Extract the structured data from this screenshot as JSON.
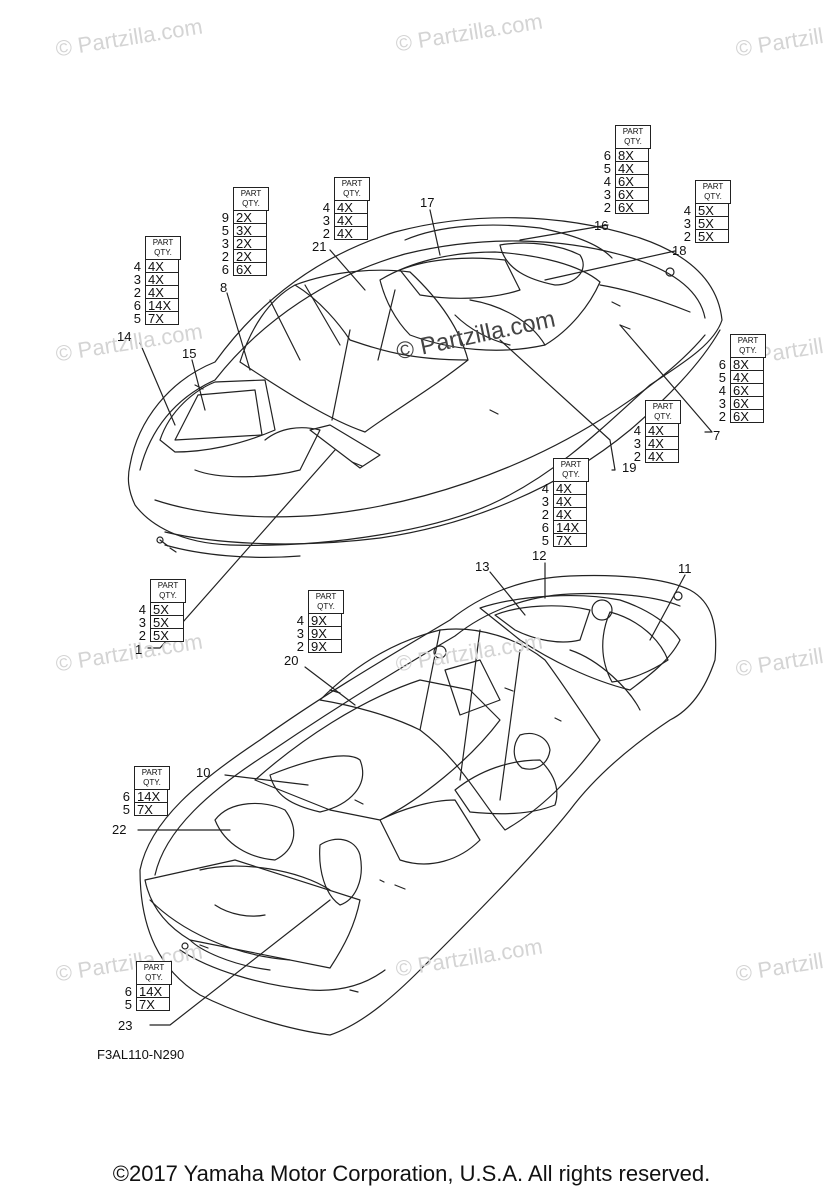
{
  "watermarks": [
    "© Partzilla.com",
    "© Partzilla.com",
    "© Partzilla.com",
    "© Partzilla.com",
    "© Partzilla.com",
    "© Partzilla.com",
    "© Partzilla.com",
    "© Partzilla.com",
    "© Partzilla.com",
    "© Partzilla.com",
    "© Partzilla.com"
  ],
  "center_watermark": "© Partzilla.com",
  "qty_header": [
    "PART",
    "QTY."
  ],
  "qty_tables": [
    {
      "id": "t14",
      "rows": [
        [
          "4",
          "4X"
        ],
        [
          "3",
          "4X"
        ],
        [
          "2",
          "4X"
        ],
        [
          "6",
          "14X"
        ],
        [
          "5",
          "7X"
        ]
      ]
    },
    {
      "id": "t8",
      "rows": [
        [
          "9",
          "2X"
        ],
        [
          "5",
          "3X"
        ],
        [
          "3",
          "2X"
        ],
        [
          "2",
          "2X"
        ],
        [
          "6",
          "6X"
        ]
      ]
    },
    {
      "id": "t21",
      "rows": [
        [
          "4",
          "4X"
        ],
        [
          "3",
          "4X"
        ],
        [
          "2",
          "4X"
        ]
      ]
    },
    {
      "id": "t16",
      "rows": [
        [
          "6",
          "8X"
        ],
        [
          "5",
          "4X"
        ],
        [
          "4",
          "6X"
        ],
        [
          "3",
          "6X"
        ],
        [
          "2",
          "6X"
        ]
      ]
    },
    {
      "id": "t18",
      "rows": [
        [
          "4",
          "5X"
        ],
        [
          "3",
          "5X"
        ],
        [
          "2",
          "5X"
        ]
      ]
    },
    {
      "id": "t7",
      "rows": [
        [
          "6",
          "8X"
        ],
        [
          "5",
          "4X"
        ],
        [
          "4",
          "6X"
        ],
        [
          "3",
          "6X"
        ],
        [
          "2",
          "6X"
        ]
      ]
    },
    {
      "id": "t19",
      "rows": [
        [
          "4",
          "4X"
        ],
        [
          "3",
          "4X"
        ],
        [
          "2",
          "4X"
        ]
      ]
    },
    {
      "id": "t12",
      "rows": [
        [
          "4",
          "4X"
        ],
        [
          "3",
          "4X"
        ],
        [
          "2",
          "4X"
        ],
        [
          "6",
          "14X"
        ],
        [
          "5",
          "7X"
        ]
      ]
    },
    {
      "id": "t1",
      "rows": [
        [
          "4",
          "5X"
        ],
        [
          "3",
          "5X"
        ],
        [
          "2",
          "5X"
        ]
      ]
    },
    {
      "id": "t20",
      "rows": [
        [
          "4",
          "9X"
        ],
        [
          "3",
          "9X"
        ],
        [
          "2",
          "9X"
        ]
      ]
    },
    {
      "id": "t22",
      "rows": [
        [
          "6",
          "14X"
        ],
        [
          "5",
          "7X"
        ]
      ]
    },
    {
      "id": "t23",
      "rows": [
        [
          "6",
          "14X"
        ],
        [
          "5",
          "7X"
        ]
      ]
    }
  ],
  "callouts": [
    "1",
    "7",
    "8",
    "10",
    "11",
    "12",
    "13",
    "14",
    "15",
    "16",
    "17",
    "18",
    "19",
    "20",
    "21",
    "22",
    "23"
  ],
  "figure_code": "F3AL110-N290",
  "copyright": "©2017  Yamaha Motor Corporation, U.S.A. All rights reserved."
}
